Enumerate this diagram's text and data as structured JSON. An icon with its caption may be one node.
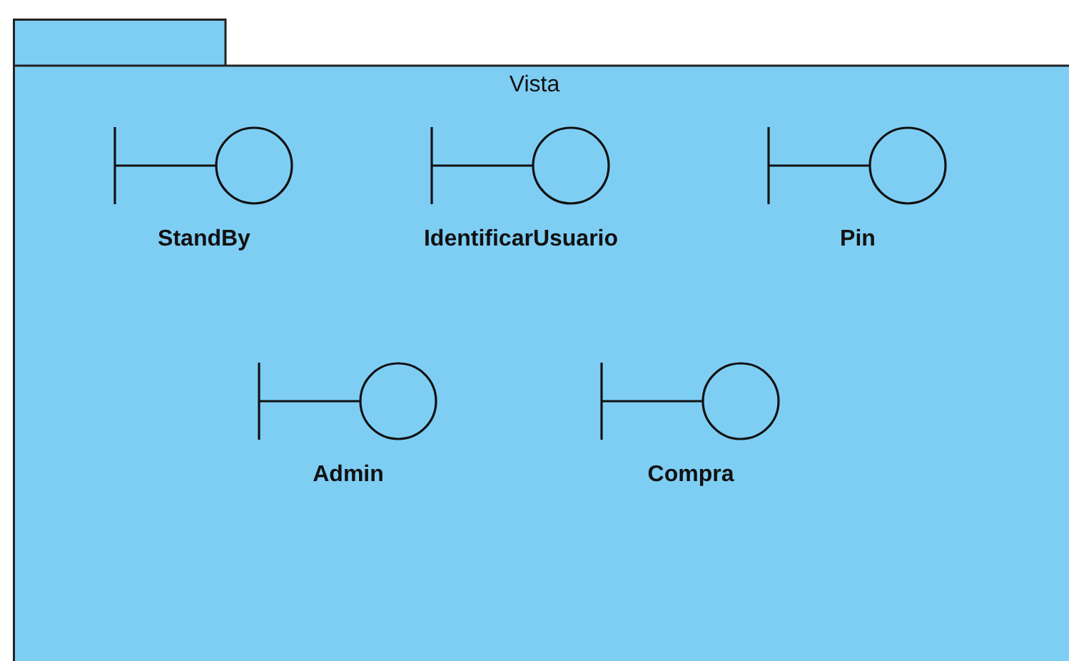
{
  "diagram": {
    "nodes": [
      {
        "text": [
          "Vista"
        ]
      },
      {
        "text": [
          "StandBy"
        ],
        "in": 0
      },
      {
        "text": [
          "IdentificarUsuario"
        ],
        "in": 0
      },
      {
        "text": [
          "Pin"
        ],
        "in": 0
      },
      {
        "text": [
          "Admin"
        ],
        "in": 0
      },
      {
        "text": [
          "Compra"
        ],
        "in": 0
      }
    ],
    "edges": []
  }
}
